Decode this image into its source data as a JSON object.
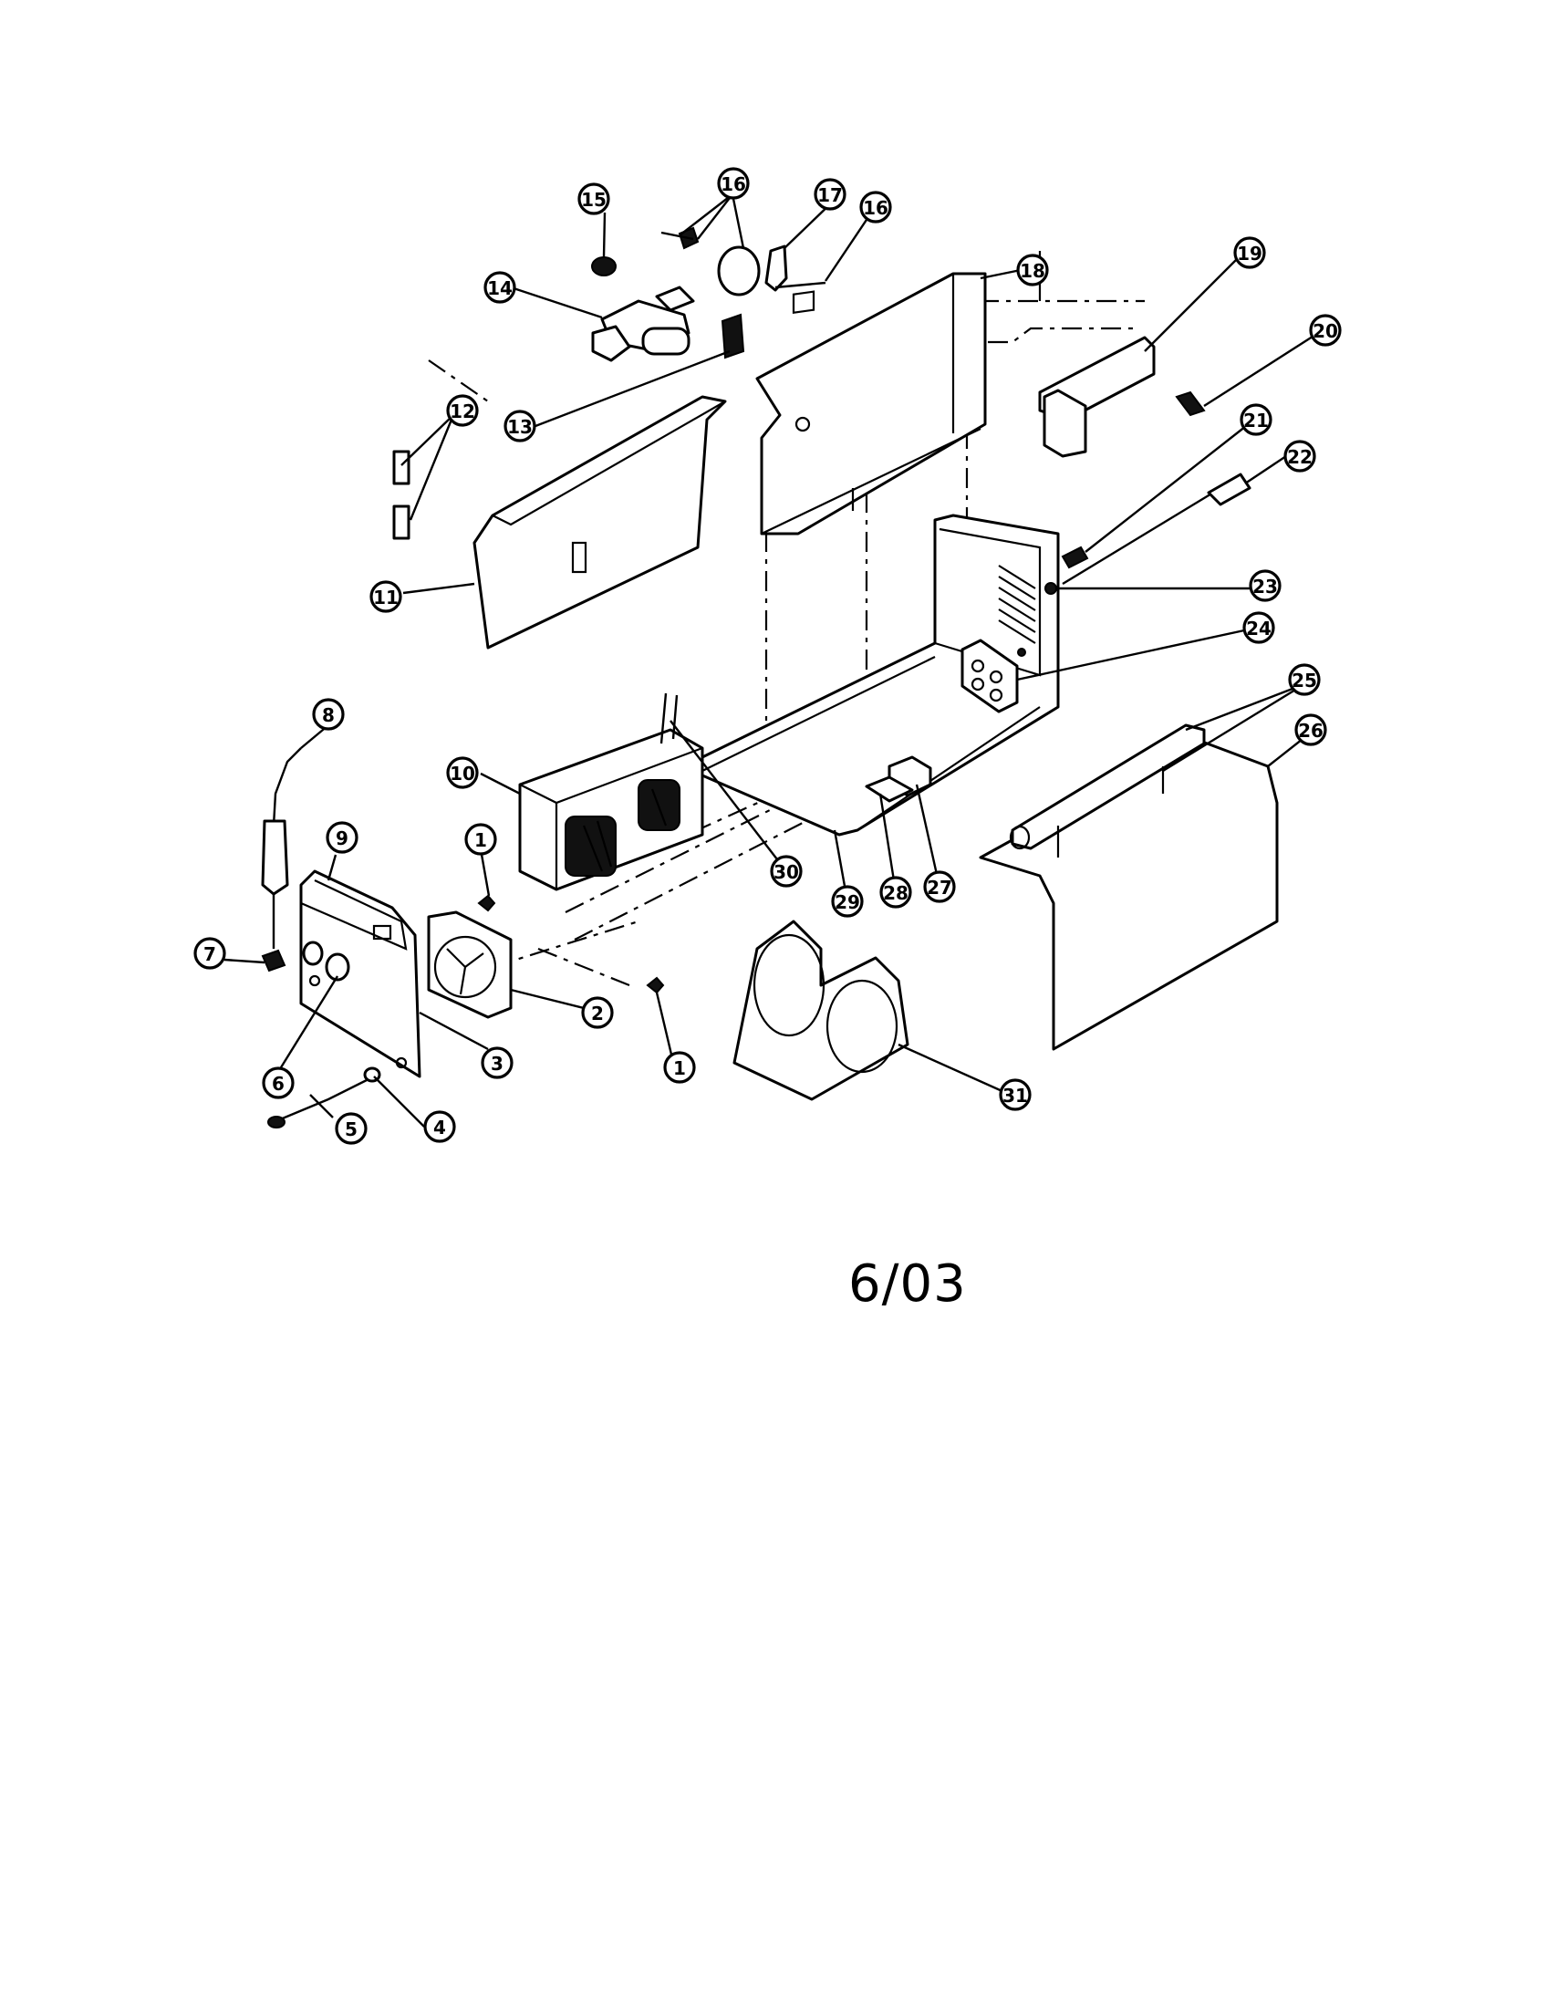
{
  "date_code": "6/03",
  "callouts": [
    {
      "number": "1",
      "name": "callout-1a"
    },
    {
      "number": "1",
      "name": "callout-1b"
    },
    {
      "number": "2",
      "name": "callout-2"
    },
    {
      "number": "3",
      "name": "callout-3"
    },
    {
      "number": "4",
      "name": "callout-4"
    },
    {
      "number": "5",
      "name": "callout-5"
    },
    {
      "number": "6",
      "name": "callout-6"
    },
    {
      "number": "7",
      "name": "callout-7"
    },
    {
      "number": "8",
      "name": "callout-8"
    },
    {
      "number": "9",
      "name": "callout-9"
    },
    {
      "number": "10",
      "name": "callout-10"
    },
    {
      "number": "11",
      "name": "callout-11"
    },
    {
      "number": "12",
      "name": "callout-12"
    },
    {
      "number": "13",
      "name": "callout-13"
    },
    {
      "number": "14",
      "name": "callout-14"
    },
    {
      "number": "15",
      "name": "callout-15"
    },
    {
      "number": "16",
      "name": "callout-16a"
    },
    {
      "number": "16",
      "name": "callout-16b"
    },
    {
      "number": "17",
      "name": "callout-17"
    },
    {
      "number": "18",
      "name": "callout-18"
    },
    {
      "number": "19",
      "name": "callout-19"
    },
    {
      "number": "20",
      "name": "callout-20"
    },
    {
      "number": "21",
      "name": "callout-21"
    },
    {
      "number": "22",
      "name": "callout-22"
    },
    {
      "number": "23",
      "name": "callout-23"
    },
    {
      "number": "24",
      "name": "callout-24"
    },
    {
      "number": "25",
      "name": "callout-25"
    },
    {
      "number": "26",
      "name": "callout-26"
    },
    {
      "number": "27",
      "name": "callout-27"
    },
    {
      "number": "28",
      "name": "callout-28"
    },
    {
      "number": "29",
      "name": "callout-29"
    },
    {
      "number": "30",
      "name": "callout-30"
    },
    {
      "number": "31",
      "name": "callout-31"
    }
  ]
}
